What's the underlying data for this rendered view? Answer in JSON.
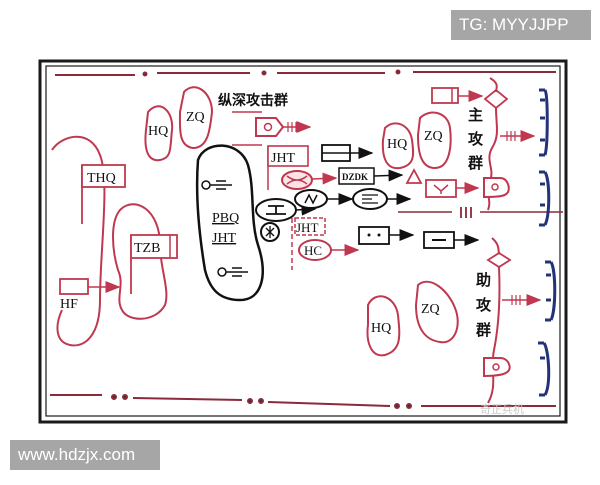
{
  "watermarks": {
    "top": "TG: MYYJJPP",
    "bottom": "www.hdzjx.com",
    "corner_credit": "奇正兵机"
  },
  "colors": {
    "red": "#c0384f",
    "black": "#111111",
    "blue": "#23337a",
    "frame": "#1a1a1a",
    "watermark_bg": "#a6a6a6"
  },
  "diagram": {
    "groups": {
      "depth_assault": "纵深攻击群",
      "main_assault": [
        "主",
        "攻",
        "群"
      ],
      "support_assault": [
        "助",
        "攻",
        "群"
      ]
    },
    "labels": {
      "hq_left": "HQ",
      "zq_left": "ZQ",
      "thq": "THQ",
      "tzb": "TZB",
      "hf": "HF",
      "pbq": "PBQ",
      "jht_inner": "JHT",
      "jht_top": "JHT",
      "jht_mid": "JHT",
      "hc": "HC",
      "dzdk": "DZDK",
      "hq_main": "HQ",
      "zq_main": "ZQ",
      "hq_support": "HQ",
      "zq_support": "ZQ",
      "boundary_mark": "III"
    }
  }
}
